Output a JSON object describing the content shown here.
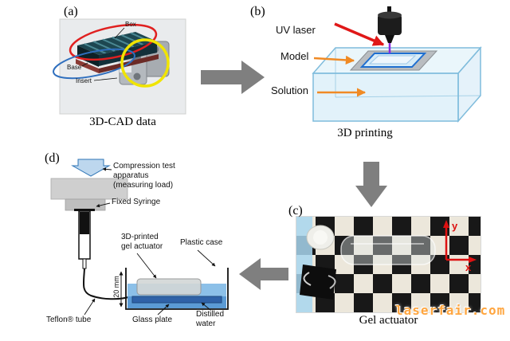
{
  "panel_a": {
    "tag": "(a)",
    "caption": "3D-CAD data",
    "labels": {
      "box": "Box",
      "base": "Base",
      "insert": "Insert"
    }
  },
  "panel_b": {
    "tag": "(b)",
    "caption": "3D printing",
    "labels": {
      "uv_laser": "UV laser",
      "model": "Model",
      "solution": "Solution"
    }
  },
  "panel_c": {
    "tag": "(c)",
    "caption": "Gel actuator",
    "labels": {
      "axis_x": "x",
      "axis_y": "y"
    }
  },
  "panel_d": {
    "tag": "(d)",
    "labels": {
      "apparatus_line1": "Compression test",
      "apparatus_line2": "apparatus",
      "apparatus_line3": "(measuring load)",
      "fixed_syringe": "Fixed Syringe",
      "gel_line1": "3D-printed",
      "gel_line2": "gel actuator",
      "plastic_case": "Plastic case",
      "scale": "20 mm",
      "teflon_tube": "Teflon® tube",
      "glass_plate": "Glass plate",
      "water_line1": "Distilled",
      "water_line2": "water"
    }
  },
  "watermark": {
    "text": "laserfair.com"
  },
  "colors": {
    "flow_arrow_gray": "#7f7f7f",
    "annotation_red": "#e02020",
    "annotation_yellow": "#f0e400",
    "annotation_blue": "#2f6fbe",
    "orange_label_arrow": "#f08a24",
    "laser_beam_red": "#e01818",
    "laser_beam_purple": "#8a2be2",
    "solution_blue": "#bfe3f4",
    "water_blue": "#8cc0e8",
    "axis_red": "#dd1111",
    "compression_arrow_blue": "#bdd7ee",
    "watermark_orange": "#ffa640"
  }
}
